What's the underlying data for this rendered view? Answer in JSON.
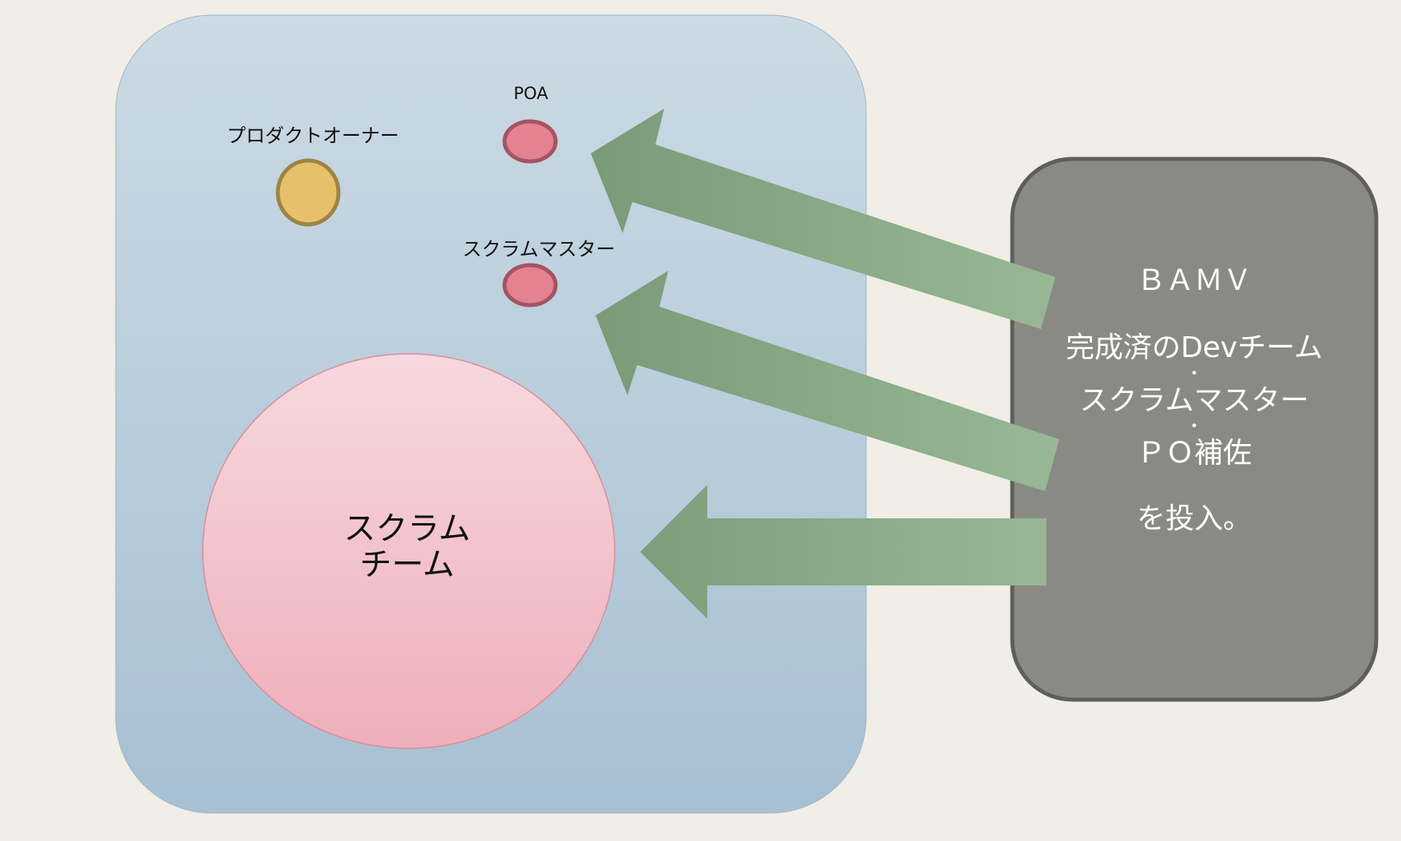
{
  "product_owner": {
    "label": "プロダクトオーナー"
  },
  "poa": {
    "label": "POA"
  },
  "scrum_master": {
    "label": "スクラムマスター"
  },
  "scrum_team": {
    "line1": "スクラム",
    "line2": "チーム"
  },
  "bamv_panel": {
    "title": "ＢＡＭＶ",
    "line1": "完成済のDevチーム",
    "separator1": "・",
    "line2": "スクラムマスター",
    "separator2": "・",
    "line3": "ＰＯ補佐",
    "line4": "を投入。"
  },
  "colors": {
    "background": "#f0eee6",
    "team_box_top": "#cbdae4",
    "team_box_bottom": "#a8c0d3",
    "product_owner_fill": "#e6c06a",
    "small_circle_fill": "#e48292",
    "scrum_team_top": "#f7d8de",
    "scrum_team_bottom": "#eeafba",
    "panel_fill": "#8a8a84",
    "panel_border": "#5e5f5a",
    "arrow_dark": "#7a9a78",
    "arrow_light": "#98b795"
  }
}
